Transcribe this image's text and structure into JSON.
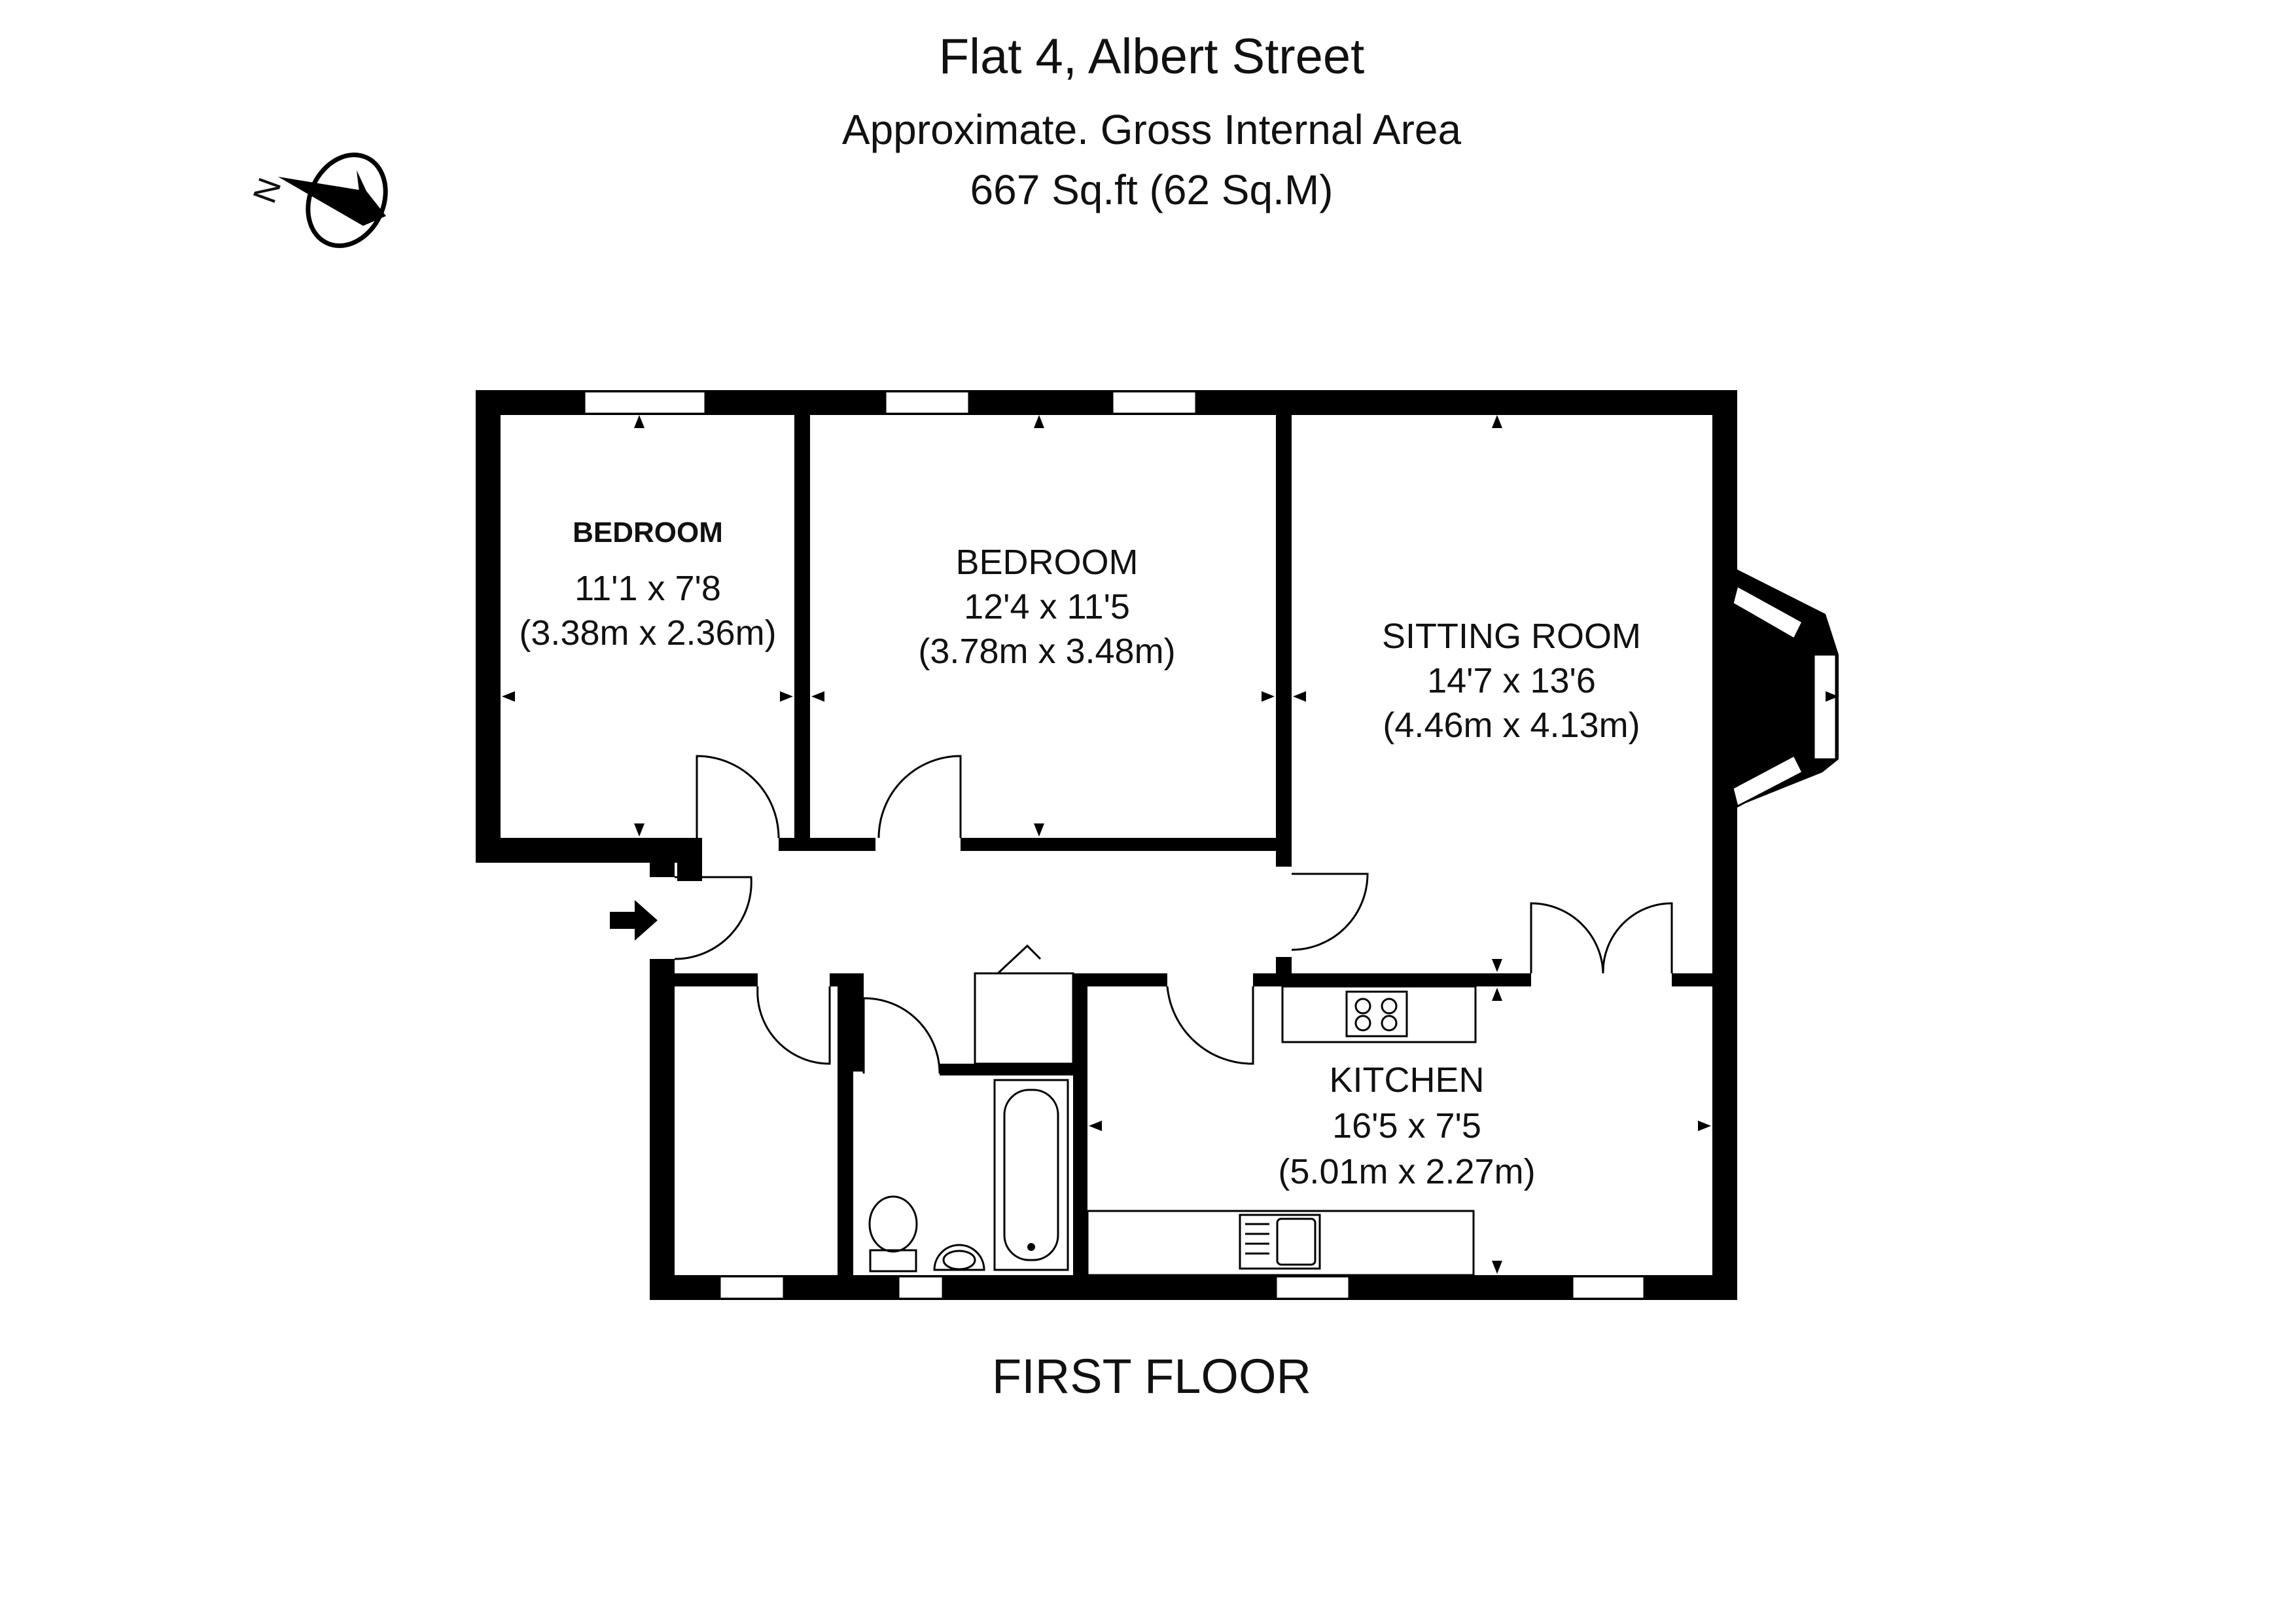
{
  "header": {
    "title": "Flat 4, Albert Street",
    "subtitle": "Approximate. Gross Internal Area",
    "area": "667 Sq.ft (62 Sq.M)"
  },
  "compass": {
    "label": "N"
  },
  "rooms": {
    "bedroom_1": {
      "name": "BEDROOM",
      "imperial": "11'1 x 7'8",
      "metric": "(3.38m x 2.36m)"
    },
    "bedroom_2": {
      "name": "BEDROOM",
      "imperial": "12'4 x 11'5",
      "metric": "(3.78m x 3.48m)"
    },
    "sitting_room": {
      "name": "SITTING ROOM",
      "imperial": "14'7 x 13'6",
      "metric": "(4.46m x 4.13m)"
    },
    "kitchen": {
      "name": "KITCHEN",
      "imperial": "16'5 x 7'5",
      "metric": "(5.01m x 2.27m)"
    }
  },
  "floor_label": "FIRST FLOOR",
  "colors": {
    "wall": "#000000",
    "background": "#ffffff",
    "text": "#111111"
  }
}
